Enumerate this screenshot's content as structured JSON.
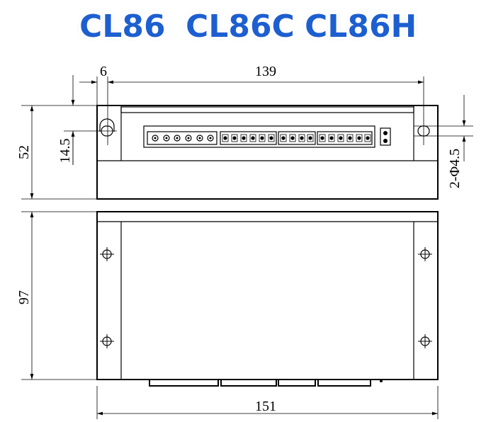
{
  "title": {
    "models": [
      "CL86",
      "CL86C",
      "CL86H"
    ],
    "color": "#1a5fd0"
  },
  "dimensions": {
    "mount_offset": "6",
    "top_width": "139",
    "front_height": "52",
    "hole_height": "14.5",
    "hole_spec": "2-Φ4.5",
    "depth": "97",
    "total_width": "151"
  },
  "colors": {
    "line": "#000000",
    "background": "#ffffff"
  }
}
